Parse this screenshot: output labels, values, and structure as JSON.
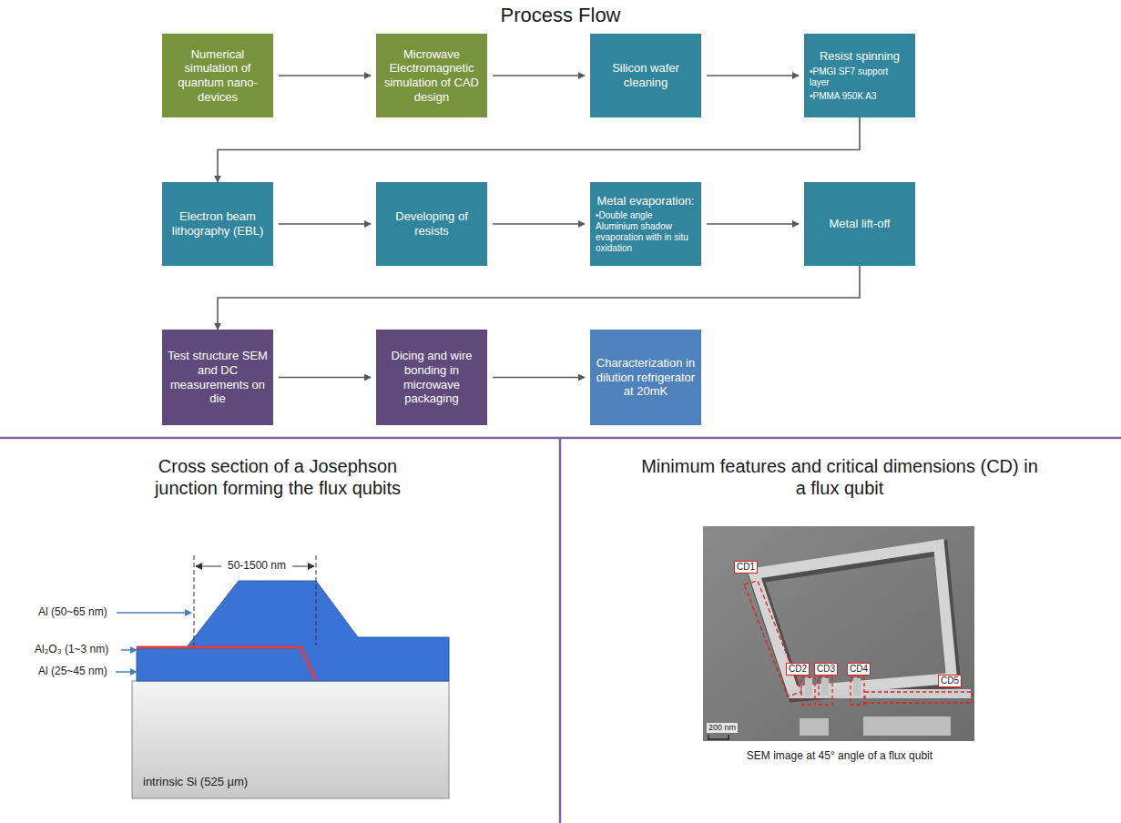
{
  "diagram": {
    "title": "Process Flow",
    "nodes": [
      {
        "text": [
          "Numerical simulation of quantum nano-devices"
        ]
      },
      {
        "text": [
          "Microwave Electromagnetic simulation of CAD design"
        ]
      },
      {
        "text": [
          "Silicon wafer cleaning"
        ]
      },
      {
        "text": [
          "Resist spinning",
          "•PMGI SF7 support layer",
          "•PMMA 950K A3"
        ]
      },
      {
        "text": [
          "Electron beam lithography (EBL)"
        ]
      },
      {
        "text": [
          "Developing of resists"
        ]
      },
      {
        "text": [
          "Metal evaporation:",
          "•Double angle Aluminium shadow evaporation with in situ oxidation"
        ]
      },
      {
        "text": [
          "Metal lift-off"
        ]
      },
      {
        "text": [
          "Test structure SEM and DC measurements on die"
        ]
      },
      {
        "text": [
          "Dicing and wire bonding in microwave packaging"
        ]
      },
      {
        "text": [
          "Characterization in dilution refrigerator at 20mK"
        ]
      }
    ],
    "edges": [
      {
        "from": 0,
        "to": 1,
        "arrow": "to"
      },
      {
        "from": 1,
        "to": 2,
        "arrow": "to"
      },
      {
        "from": 2,
        "to": 3,
        "arrow": "to"
      },
      {
        "from": 3,
        "to": 4,
        "arrow": "to"
      },
      {
        "from": 4,
        "to": 5,
        "arrow": "to"
      },
      {
        "from": 5,
        "to": 6,
        "arrow": "to"
      },
      {
        "from": 6,
        "to": 7,
        "arrow": "to"
      },
      {
        "from": 7,
        "to": 8,
        "arrow": "to"
      },
      {
        "from": 8,
        "to": 9,
        "arrow": "to"
      },
      {
        "from": 9,
        "to": 10,
        "arrow": "to"
      }
    ],
    "labels": [
      "Cross section of a Josephson junction forming the flux qubits",
      "Minimum features and critical dimensions (CD) in a flux qubit",
      "50-1500 nm",
      "Al (50~65 nm)",
      "Al₂O₃ (1~3 nm)",
      "Al (25~45 nm)",
      "intrinsic Si (525 µm)",
      "CD1",
      "CD2",
      "CD3",
      "CD4",
      "CD5",
      "200 nm",
      "SEM image at 45° angle of a flux qubit"
    ]
  }
}
